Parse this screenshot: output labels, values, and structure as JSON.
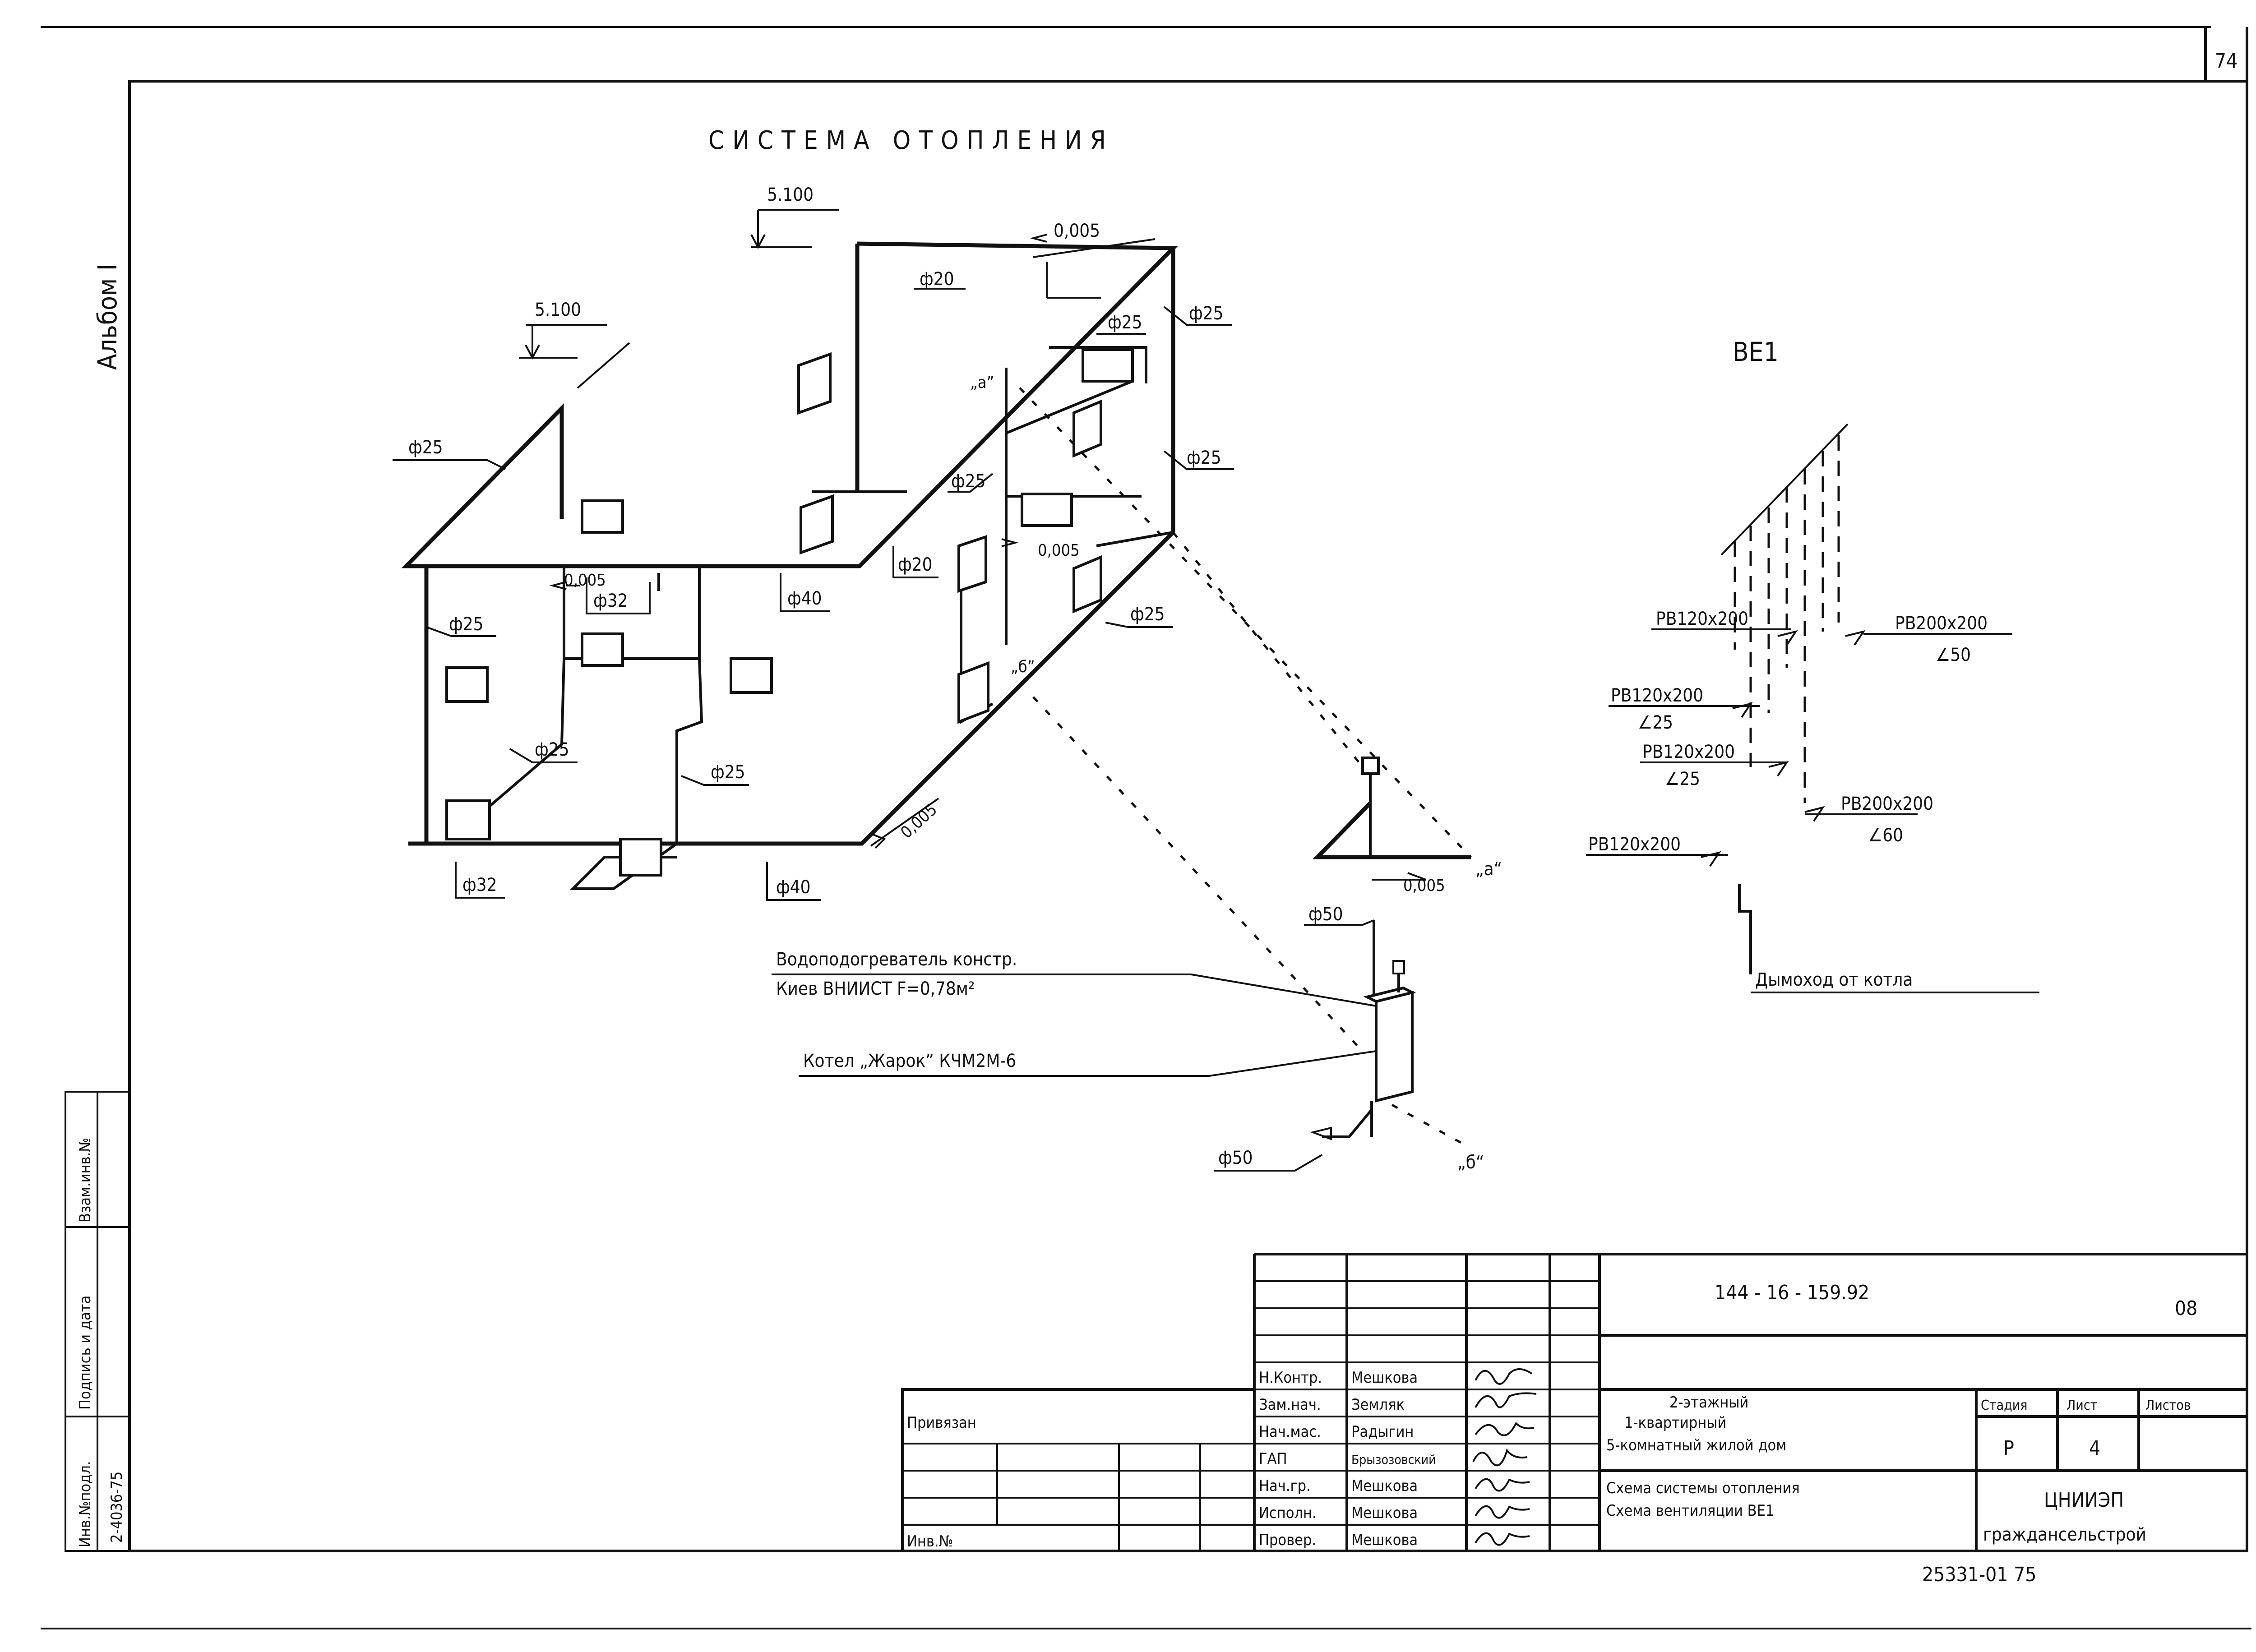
{
  "page_number": "74",
  "album": "Альбом I",
  "heating": {
    "title": "СИСТЕМА ОТОПЛЕНИЯ",
    "elev_upper": "5.100",
    "elev_lower": "5.100",
    "slope_top": "0,005",
    "slope_mid": "0,005",
    "slope_mid2": "0,005",
    "slope_bottom": "0,005",
    "slope_boiler": "0,005",
    "d25_a": "ф25",
    "d25_b": "ф25",
    "d25_c": "ф25",
    "d25_d": "ф25",
    "d25_e": "ф25",
    "d25_f": "ф25",
    "d25_g": "ф25",
    "d25_h": "ф25",
    "d25_i": "ф25",
    "d20_a": "ф20",
    "d20_b": "ф20",
    "d32_a": "ф32",
    "d32_b": "ф32",
    "d40_a": "ф40",
    "d40_b": "ф40",
    "d50_a": "ф50",
    "d50_b": "ф50",
    "point_a": "„а”",
    "point_b": "„б”",
    "point_a2": "„а“",
    "point_b2": "„б“",
    "heater_line1": "Водоподогреватель констр.",
    "heater_line2": "Киев ВНИИСТ  F=0,78м²",
    "boiler": "Котел „Жарок” КЧМ2М-6"
  },
  "ventilation": {
    "title": "ВЕ1",
    "g1": "РВ120х200",
    "g2": "РВ200х200",
    "g2_angle": "∠50",
    "g3": "РВ120х200",
    "g3_angle": "∠25",
    "g4": "РВ120х200",
    "g4_angle": "∠25",
    "g5": "РВ200х200",
    "g5_angle": "∠60",
    "g6": "РВ120х200",
    "chimney": "Дымоход от котла"
  },
  "side_stamp": {
    "inv_label": "Инв.№подл.",
    "sign_label": "Подпись и дата",
    "swap_label": "Взам.инв.№",
    "inv_value": "2-4036-75"
  },
  "title_block": {
    "doc_code": "144 - 16 - 159.92",
    "sheet_mark": "08",
    "bound_label": "Привязан",
    "inv_label": "Инв.№",
    "staff": [
      {
        "role": "Н.Контр.",
        "name": "Мешкова"
      },
      {
        "role": "Зам.нач.",
        "name": "Земляк"
      },
      {
        "role": "Нач.мас.",
        "name": "Радыгин"
      },
      {
        "role": "ГАП",
        "name": "Брызозовский"
      },
      {
        "role": "Нач.гр.",
        "name": "Мешкова"
      },
      {
        "role": "Исполн.",
        "name": "Мешкова"
      },
      {
        "role": "Провер.",
        "name": "Мешкова"
      }
    ],
    "building_line1": "2-этажный",
    "building_line2": "1-квартирный",
    "building_line3": "5-комнатный жилой дом",
    "sheet_title1": "Схема системы отопления",
    "sheet_title2": "Схема вентиляции ВЕ1",
    "stage_label": "Стадия",
    "sheet_label": "Лист",
    "sheets_label": "Листов",
    "stage_value": "Р",
    "sheet_value": "4",
    "org_line1": "ЦНИИЭП",
    "org_line2": "граждансельстрой",
    "archive_no": "25331-01   75"
  }
}
